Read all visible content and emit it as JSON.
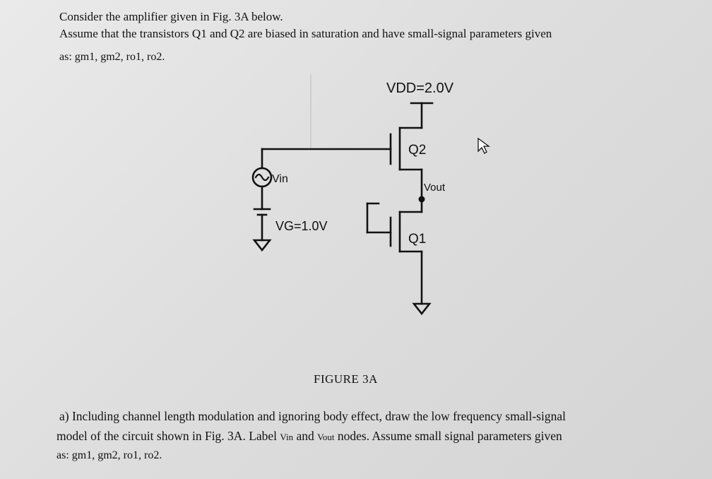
{
  "header": {
    "line1": "Consider the amplifier given in Fig. 3A below.",
    "line2": "Assume that the transistors Q1 and Q2 are biased in saturation and have small-signal parameters given",
    "line3": "as: gm1, gm2, ro1, ro2."
  },
  "figure": {
    "vdd_label": "VDD=2.0V",
    "q2_label": "Q2",
    "q1_label": "Q1",
    "vin_label": "Vin",
    "vout_label": "Vout",
    "vg_label": "VG=1.0V",
    "caption": "FIGURE 3A"
  },
  "question": {
    "line1": "a) Including channel length modulation and ignoring body effect, draw the low frequency small-signal",
    "line2_pre": "model of the circuit shown in Fig. 3A.  Label",
    "vin": "Vin",
    "line2_mid": "and",
    "vout": "Vout",
    "line2_post": "nodes. Assume small signal parameters given",
    "line3": "as: gm1, gm2, ro1, ro2."
  }
}
